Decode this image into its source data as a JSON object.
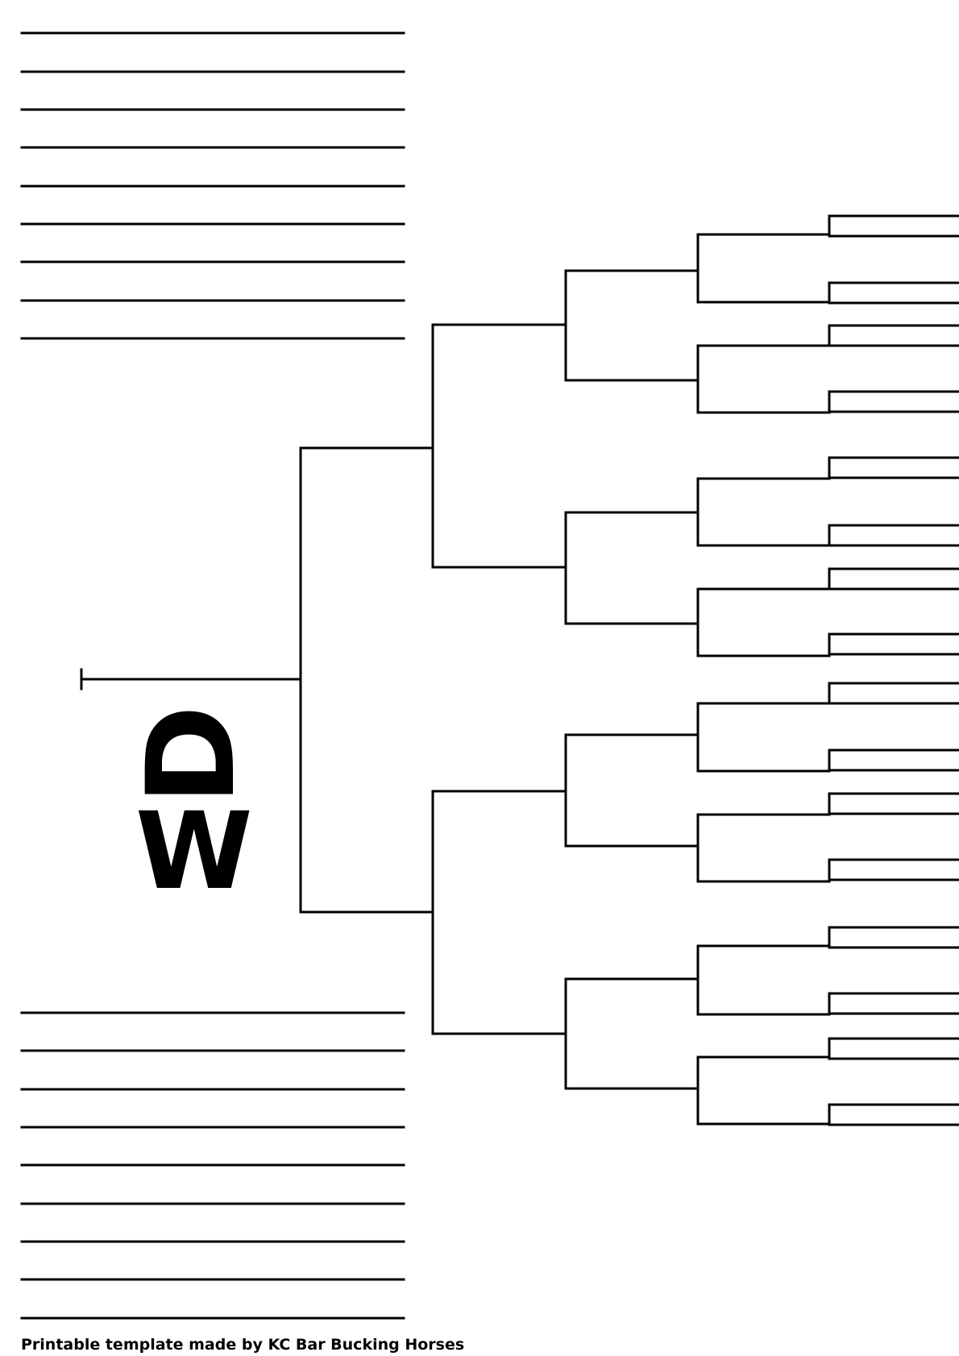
{
  "logo": {
    "top_letter": "D",
    "bottom_letter": "W"
  },
  "footer": {
    "credit": "Printable template made by KC Bar Bucking Horses"
  }
}
